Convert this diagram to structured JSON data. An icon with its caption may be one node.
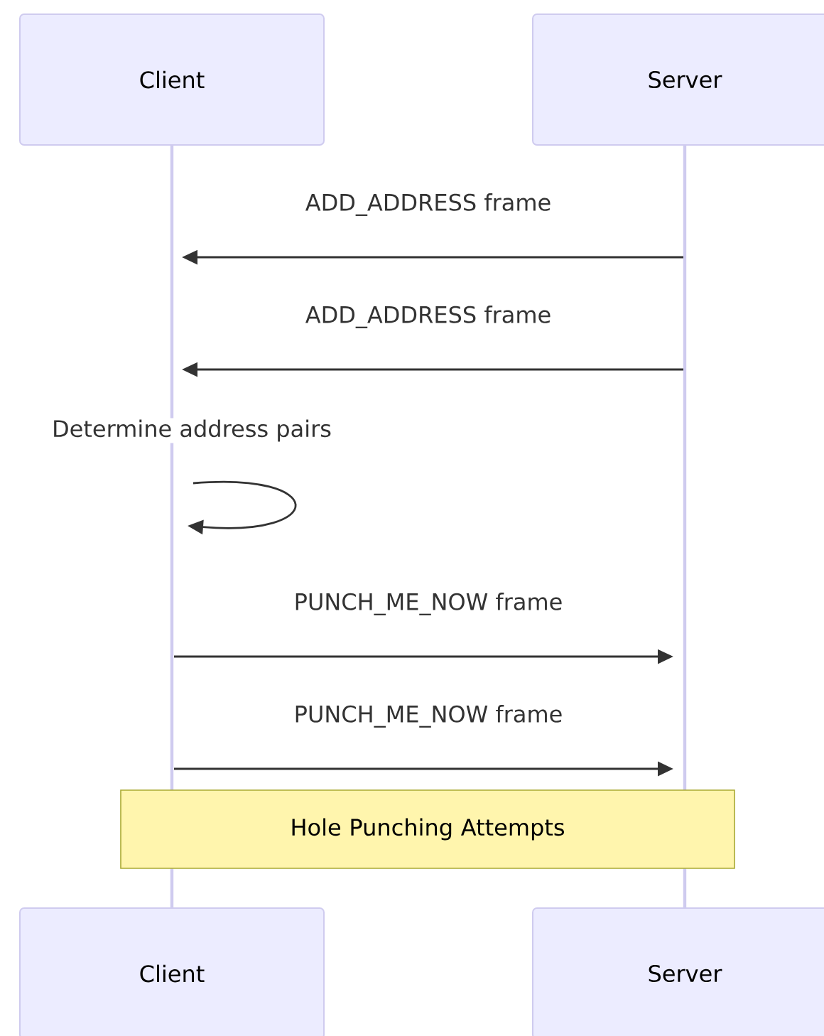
{
  "diagram": {
    "nodes": [
      {
        "text": [
          "Client"
        ]
      },
      {
        "text": [
          "Server"
        ]
      },
      {
        "text": [],
        "shape": "bar"
      },
      {
        "text": [],
        "shape": "bar"
      },
      {
        "text": [
          "Hole Punching Attempts"
        ]
      },
      {
        "text": [
          "Client"
        ]
      },
      {
        "text": [
          "Server"
        ]
      }
    ],
    "edges": [
      {
        "from": 3,
        "to": 2,
        "label": "ADD_ADDRESS frame",
        "arrow": "to"
      },
      {
        "from": 3,
        "to": 2,
        "label": "ADD_ADDRESS frame",
        "arrow": "to"
      },
      {
        "from": 2,
        "to": 2,
        "label": "Determine address pairs",
        "arrow": "to"
      },
      {
        "from": 2,
        "to": 3,
        "label": "PUNCH_ME_NOW frame",
        "arrow": "to"
      },
      {
        "from": 2,
        "to": 3,
        "label": "PUNCH_ME_NOW frame",
        "arrow": "to"
      }
    ]
  }
}
